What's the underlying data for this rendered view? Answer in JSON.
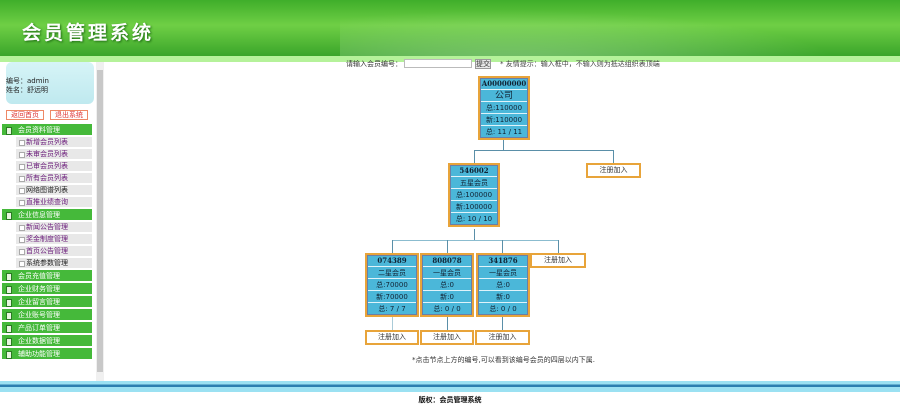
{
  "header": {
    "title": "会员管理系统"
  },
  "user": {
    "id_label": "编号：",
    "id": "admin",
    "name_label": "姓名：",
    "name": "舒远明"
  },
  "buttons": {
    "home": "返回首页",
    "logout": "退出系统"
  },
  "sidebar": {
    "groups": [
      {
        "label": "会员资料管理",
        "items": [
          "新增会员列表",
          "未审会员列表",
          "已审会员列表",
          "所有会员列表",
          "网络图谱列表",
          "直推业绩查询"
        ]
      },
      {
        "label": "企业信息管理",
        "items": [
          "新闻公告管理",
          "奖金制度管理",
          "首页公告管理",
          "系统参数管理"
        ]
      },
      {
        "label": "会员充值管理"
      },
      {
        "label": "企业财务管理"
      },
      {
        "label": "企业留言管理"
      },
      {
        "label": "企业账号管理"
      },
      {
        "label": "产品订单管理"
      },
      {
        "label": "企业数据管理"
      },
      {
        "label": "辅助功能管理"
      }
    ]
  },
  "search": {
    "label": "请输入会员编号：",
    "value": "",
    "button": "提交",
    "hint": "* 友情提示：输入框中，不输入则为抵达组织表顶端"
  },
  "tree": {
    "root": {
      "id": "A00000000",
      "level": "公司",
      "total": "总:110000",
      "new": "新:110000",
      "count": "总: 11 / 11"
    },
    "l2": {
      "id": "546002",
      "level": "五星会员",
      "total": "总:100000",
      "new": "新:100000",
      "count": "总: 10 / 10"
    },
    "l3": [
      {
        "id": "074389",
        "level": "二星会员",
        "total": "总:70000",
        "new": "新:70000",
        "count": "总: 7 / 7"
      },
      {
        "id": "808078",
        "level": "一星会员",
        "total": "总:0",
        "new": "新:0",
        "count": "总: 0 / 0"
      },
      {
        "id": "341876",
        "level": "一星会员",
        "total": "总:0",
        "new": "新:0",
        "count": "总: 0 / 0"
      }
    ],
    "register": "注册加入"
  },
  "note": "*点击节点上方的编号,可以看到该编号会员的四层以内下属.",
  "footer": {
    "copyright": "版权：会员管理系统"
  }
}
